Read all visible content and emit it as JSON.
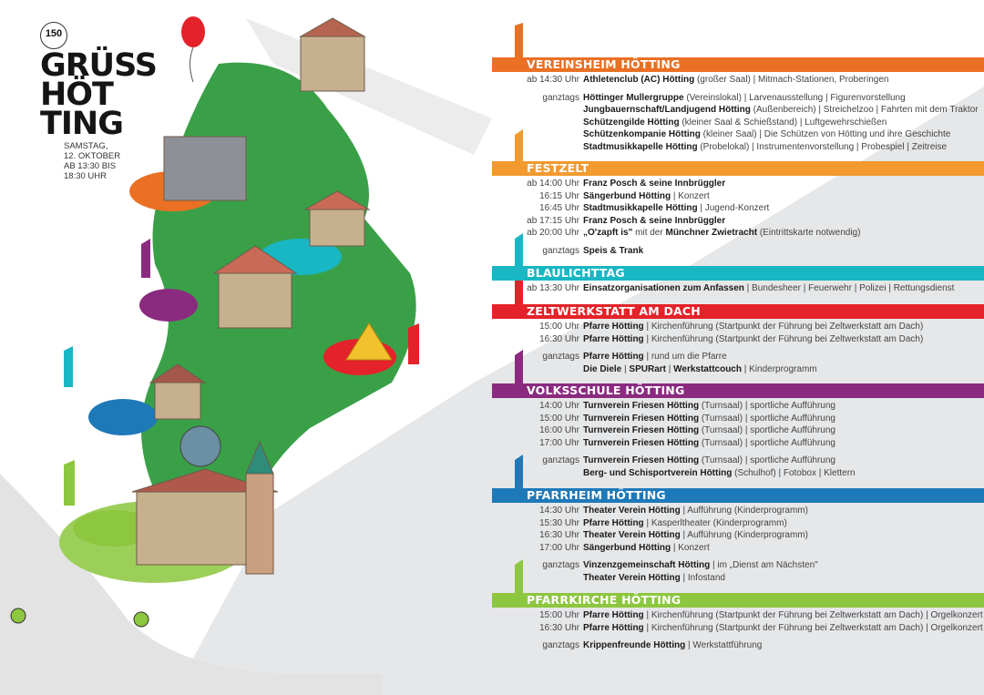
{
  "logo": {
    "badge": "150",
    "title_lines": [
      "GRÜSS",
      "HÖT",
      "TING"
    ],
    "date_lines": [
      "SAMSTAG,",
      "12. OKTOBER",
      "AB 13:30 BIS",
      "18:30 UHR"
    ]
  },
  "colors": {
    "vereinsheim": "#ea7024",
    "festzelt": "#f29a2e",
    "blaulicht": "#19b6c3",
    "zeltwerkstatt": "#e42229",
    "volksschule": "#8a2b80",
    "pfarrheim": "#1e79b9",
    "pfarrkirche": "#8dc63f"
  },
  "sections": [
    {
      "title": "VEREINSHEIM HÖTTING",
      "rows": [
        {
          "time": "ab 14:30 Uhr",
          "segs": [
            {
              "t": "Athletenclub (AC) Hötting",
              "b": true
            },
            {
              "t": " (großer Saal) | Mitmach-Stationen, Proberingen"
            }
          ]
        },
        {
          "time": "ganztags",
          "gap": true,
          "segs": [
            {
              "t": "Höttinger Mullergruppe",
              "b": true
            },
            {
              "t": " (Vereinslokal) | Larvenausstellung | Figurenvorstellung"
            }
          ]
        },
        {
          "time": "",
          "segs": [
            {
              "t": "Jungbauernschaft/Landjugend Hötting",
              "b": true
            },
            {
              "t": " (Außenbereich) | Streichelzoo | Fahrten mit dem Traktor"
            }
          ]
        },
        {
          "time": "",
          "segs": [
            {
              "t": "Schützengilde Hötting",
              "b": true
            },
            {
              "t": " (kleiner Saal & Schießstand) | Luftgewehrschießen"
            }
          ]
        },
        {
          "time": "",
          "segs": [
            {
              "t": "Schützenkompanie Hötting",
              "b": true
            },
            {
              "t": " (kleiner Saal) | Die Schützen von Hötting und ihre Geschichte"
            }
          ]
        },
        {
          "time": "",
          "segs": [
            {
              "t": "Stadtmusikkapelle Hötting",
              "b": true
            },
            {
              "t": " (Probelokal) | Instrumentenvorstellung | Probespiel | Zeitreise"
            }
          ]
        }
      ]
    },
    {
      "title": "FESTZELT",
      "rows": [
        {
          "time": "ab 14:00 Uhr",
          "segs": [
            {
              "t": "Franz Posch & seine Innbrüggler",
              "b": true
            }
          ]
        },
        {
          "time": "16:15 Uhr",
          "segs": [
            {
              "t": "Sängerbund Hötting",
              "b": true
            },
            {
              "t": " | Konzert"
            }
          ]
        },
        {
          "time": "16:45 Uhr",
          "segs": [
            {
              "t": "Stadtmusikkapelle Hötting",
              "b": true
            },
            {
              "t": " | Jugend-Konzert"
            }
          ]
        },
        {
          "time": "ab 17:15 Uhr",
          "segs": [
            {
              "t": "Franz Posch & seine Innbrüggler",
              "b": true
            }
          ]
        },
        {
          "time": "ab 20:00 Uhr",
          "segs": [
            {
              "t": "„O'zapft is\"",
              "b": true
            },
            {
              "t": " mit der "
            },
            {
              "t": "Münchner Zwietracht",
              "b": true
            },
            {
              "t": " (Eintrittskarte notwendig)"
            }
          ]
        },
        {
          "time": "ganztags",
          "gap": true,
          "segs": [
            {
              "t": "Speis & Trank",
              "b": true
            }
          ]
        }
      ]
    },
    {
      "title": "BLAULICHTTAG",
      "rows": [
        {
          "time": "ab 13:30 Uhr",
          "segs": [
            {
              "t": "Einsatzorganisationen zum Anfassen",
              "b": true
            },
            {
              "t": " | Bundesheer | Feuerwehr | Polizei | Rettungsdienst"
            }
          ]
        }
      ]
    },
    {
      "title": "ZELTWERKSTATT AM DACH",
      "rows": [
        {
          "time": "15:00 Uhr",
          "segs": [
            {
              "t": "Pfarre Hötting",
              "b": true
            },
            {
              "t": " | Kirchenführung (Startpunkt der Führung bei Zeltwerkstatt am Dach)"
            }
          ]
        },
        {
          "time": "16:30 Uhr",
          "segs": [
            {
              "t": "Pfarre Hötting",
              "b": true
            },
            {
              "t": " | Kirchenführung (Startpunkt der Führung bei Zeltwerkstatt am Dach)"
            }
          ]
        },
        {
          "time": "ganztags",
          "gap": true,
          "segs": [
            {
              "t": "Pfarre Hötting",
              "b": true
            },
            {
              "t": " | rund um die Pfarre"
            }
          ]
        },
        {
          "time": "",
          "segs": [
            {
              "t": "Die Diele",
              "b": true
            },
            {
              "t": " | "
            },
            {
              "t": "SPURart",
              "b": true
            },
            {
              "t": " | "
            },
            {
              "t": "Werkstattcouch",
              "b": true
            },
            {
              "t": " | Kinderprogramm"
            }
          ]
        }
      ]
    },
    {
      "title": "VOLKSSCHULE HÖTTING",
      "rows": [
        {
          "time": "14:00 Uhr",
          "segs": [
            {
              "t": "Turnverein Friesen Hötting",
              "b": true
            },
            {
              "t": " (Turnsaal) | sportliche Aufführung"
            }
          ]
        },
        {
          "time": "15:00 Uhr",
          "segs": [
            {
              "t": "Turnverein Friesen Hötting",
              "b": true
            },
            {
              "t": " (Turnsaal) | sportliche Aufführung"
            }
          ]
        },
        {
          "time": "16:00 Uhr",
          "segs": [
            {
              "t": "Turnverein Friesen Hötting",
              "b": true
            },
            {
              "t": " (Turnsaal) | sportliche Aufführung"
            }
          ]
        },
        {
          "time": "17:00 Uhr",
          "segs": [
            {
              "t": "Turnverein Friesen Hötting",
              "b": true
            },
            {
              "t": " (Turnsaal) | sportliche Aufführung"
            }
          ]
        },
        {
          "time": "ganztags",
          "gap": true,
          "segs": [
            {
              "t": "Turnverein Friesen Hötting",
              "b": true
            },
            {
              "t": " (Turnsaal) | sportliche Aufführung"
            }
          ]
        },
        {
          "time": "",
          "segs": [
            {
              "t": "Berg- und Schisportverein Hötting",
              "b": true
            },
            {
              "t": " (Schulhof) | Fotobox | Klettern"
            }
          ]
        }
      ]
    },
    {
      "title": "PFARRHEIM HÖTTING",
      "rows": [
        {
          "time": "14:30 Uhr",
          "segs": [
            {
              "t": "Theater Verein Hötting",
              "b": true
            },
            {
              "t": " | Aufführung (Kinderprogramm)"
            }
          ]
        },
        {
          "time": "15:30 Uhr",
          "segs": [
            {
              "t": "Pfarre Hötting",
              "b": true
            },
            {
              "t": " | Kasperltheater (Kinderprogramm)"
            }
          ]
        },
        {
          "time": "16:30 Uhr",
          "segs": [
            {
              "t": "Theater Verein Hötting",
              "b": true
            },
            {
              "t": " | Aufführung (Kinderprogramm)"
            }
          ]
        },
        {
          "time": "17:00 Uhr",
          "segs": [
            {
              "t": "Sängerbund Hötting",
              "b": true
            },
            {
              "t": " | Konzert"
            }
          ]
        },
        {
          "time": "ganztags",
          "gap": true,
          "segs": [
            {
              "t": "Vinzenzgemeinschaft Hötting",
              "b": true
            },
            {
              "t": " | im „Dienst am Nächsten\""
            }
          ]
        },
        {
          "time": "",
          "segs": [
            {
              "t": "Theater Verein Hötting",
              "b": true
            },
            {
              "t": " | Infostand"
            }
          ]
        }
      ]
    },
    {
      "title": "PFARRKIRCHE HÖTTING",
      "rows": [
        {
          "time": "15:00 Uhr",
          "segs": [
            {
              "t": "Pfarre Hötting",
              "b": true
            },
            {
              "t": " | Kirchenführung (Startpunkt der Führung bei Zeltwerkstatt am Dach) | Orgelkonzert"
            }
          ]
        },
        {
          "time": "16:30 Uhr",
          "segs": [
            {
              "t": "Pfarre Hötting",
              "b": true
            },
            {
              "t": " | Kirchenführung (Startpunkt der Führung bei Zeltwerkstatt am Dach) | Orgelkonzert"
            }
          ]
        },
        {
          "time": "ganztags",
          "gap": true,
          "segs": [
            {
              "t": "Krippenfreunde Hötting",
              "b": true
            },
            {
              "t": " | Werkstattführung"
            }
          ]
        }
      ]
    }
  ]
}
